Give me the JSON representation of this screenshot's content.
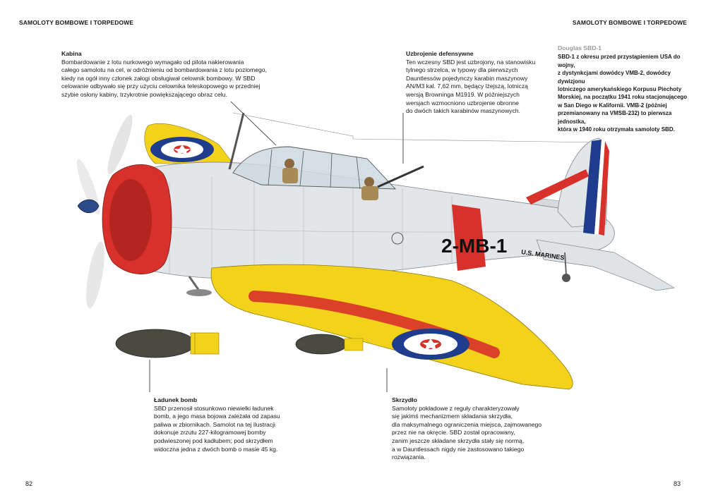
{
  "header": {
    "left": "SAMOLOTY BOMBOWE I TORPEDOWE",
    "right": "SAMOLOTY BOMBOWE I TORPEDOWE"
  },
  "page_numbers": {
    "left": "82",
    "right": "83"
  },
  "callouts": {
    "kabina": {
      "title": "Kabina",
      "body": "Bombardowanie z lotu nurkowego wymagało od pilota nakierowania\ncałego samolotu na cel, w odróżnieniu od bombardowania z lotu poziomego,\nkiedy na ogół inny członek załogi obsługiwał celownik bombowy. W SBD\ncelowanie odbywało się przy użyciu celownika teleskopowego w przedniej\nszybie osłony kabiny, trzykrotnie powiększającego obraz celu."
    },
    "uzbrojenie": {
      "title": "Uzbrojenie defensywne",
      "body": "Ten wczesny SBD jest uzbrojony, na stanowisku\ntylnego strzelca, w typowy dla pierwszych\nDauntlessów pojedynczy karabin maszynowy\nAN/M3 kal. 7,62 mm, będący lżejszą, lotniczą\nwersją Browninga M1919. W późniejszych\nwersjach wzmocniono uzbrojenie obronne\ndo dwóch takich karabinów maszynowych."
    },
    "ladunek": {
      "title": "Ładunek bomb",
      "body": "SBD przenosił stosunkowo niewielki ładunek\nbomb, a jego masa bojowa zależała od zapasu\npaliwa w zbiornikach. Samolot na tej ilustracji\ndokonuje zrzutu 227-kilogramowej bomby\npodwieszonej pod kadłubem; pod skrzydłem\nwidoczna jedna z dwóch bomb o masie 45 kg."
    },
    "skrzydlo": {
      "title": "Skrzydło",
      "body": "Samoloty pokładowe z reguły charakteryzowały\nsię jakimś mechanizmem składania skrzydła,\ndla maksymalnego ograniczenia miejsca, zajmowanego\nprzez nie na okręcie. SBD został opracowany,\nzanim jeszcze składane skrzydła stały się normą,\na w Dauntlessach nigdy nie zastosowano takiego\nrozwiązania."
    },
    "sbd1": {
      "title": "Douglas SBD-1",
      "body": "SBD-1 z okresu przed przystąpieniem USA do wojny,\nz dystynkcjami dowódcy VMB-2, dowódcy dywizjonu\nlotniczego amerykańskiego Korpusu Piechoty\nMorskiej, na początku 1941 roku stacjonującego\nw San Diego w Kalifornii. VMB-2 (później\nprzemianowany na VMSB-232) to pierwsza jednostka,\nktóra w 1940 roku otrzymała samoloty SBD."
    }
  },
  "aircraft_markings": {
    "code": "2-MB-1",
    "service": "U.S. MARINES"
  },
  "colors": {
    "fuselage": "#dfe3e6",
    "wing_yellow": "#f3d21c",
    "red": "#d8302a",
    "insignia_blue": "#1f3d8c",
    "bomb": "#4a4a40"
  },
  "icons": [
    "propeller-icon",
    "roundel-icon",
    "bomb-icon"
  ]
}
